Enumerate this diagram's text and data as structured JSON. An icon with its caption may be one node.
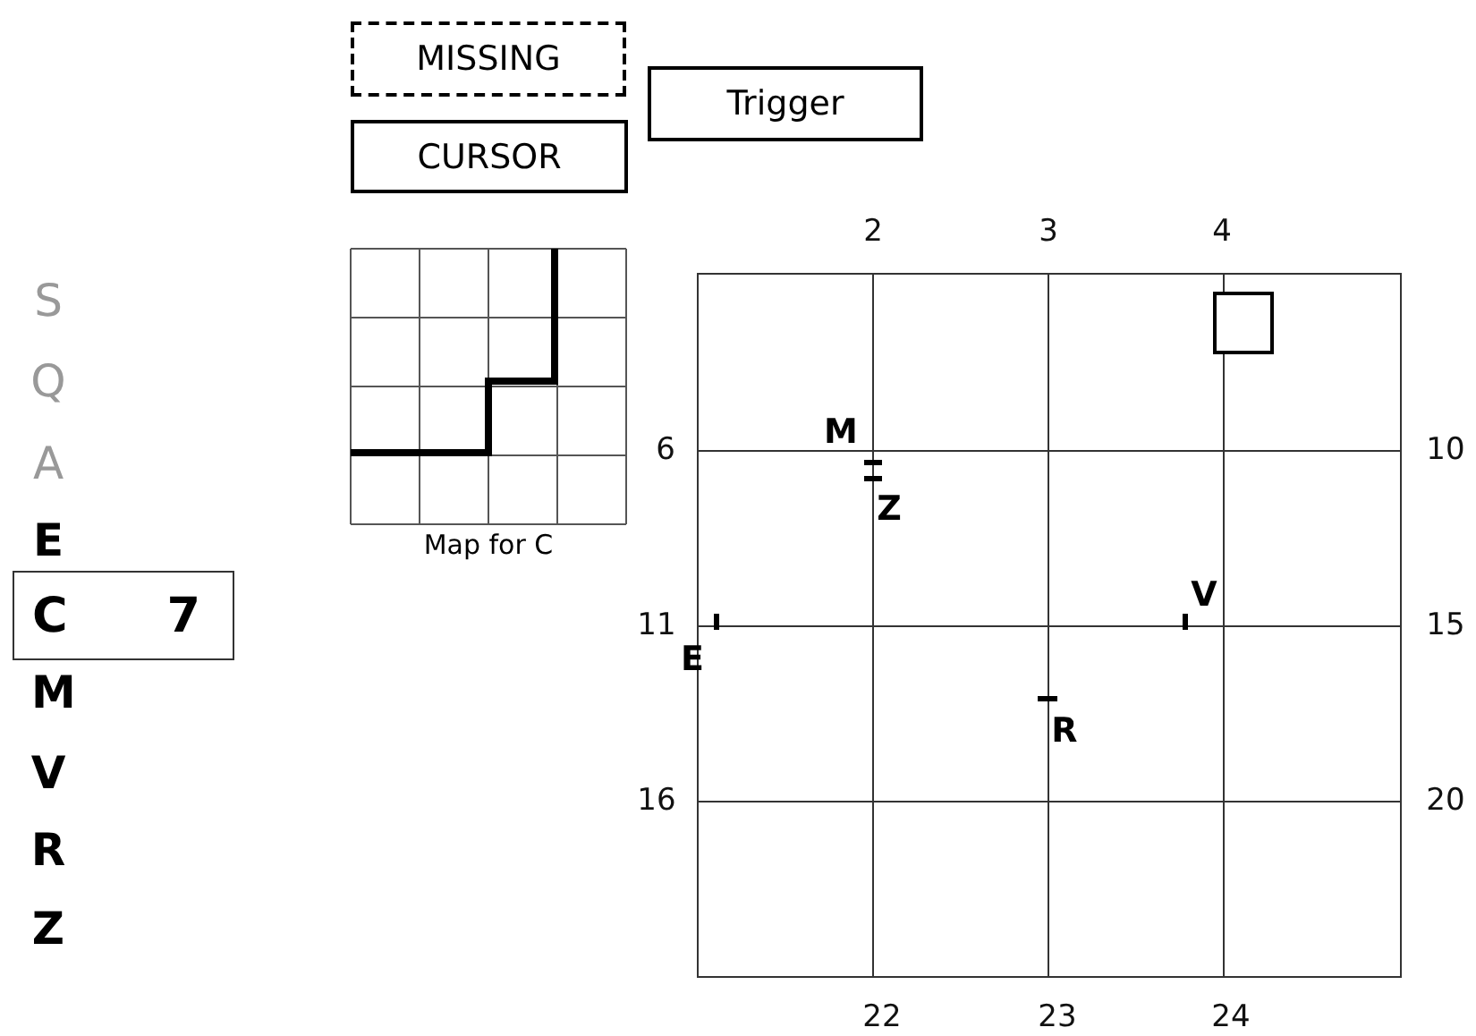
{
  "diagram": {
    "nodes": [
      {
        "text": [
          "MISSING"
        ]
      },
      {
        "text": [
          "CURSOR"
        ]
      },
      {
        "text": [
          "Trigger"
        ]
      },
      {
        "text": [
          "C",
          "7"
        ]
      },
      {
        "text": [],
        "shape": "box"
      }
    ],
    "labels": [
      "S",
      "Q",
      "A",
      "E",
      "M",
      "V",
      "R",
      "Z",
      "Map for C",
      "2",
      "3",
      "4",
      "M",
      "6",
      "10",
      "Z",
      "V",
      "11",
      "15",
      "E",
      "R",
      "16",
      "20",
      "22",
      "23",
      "24"
    ]
  }
}
